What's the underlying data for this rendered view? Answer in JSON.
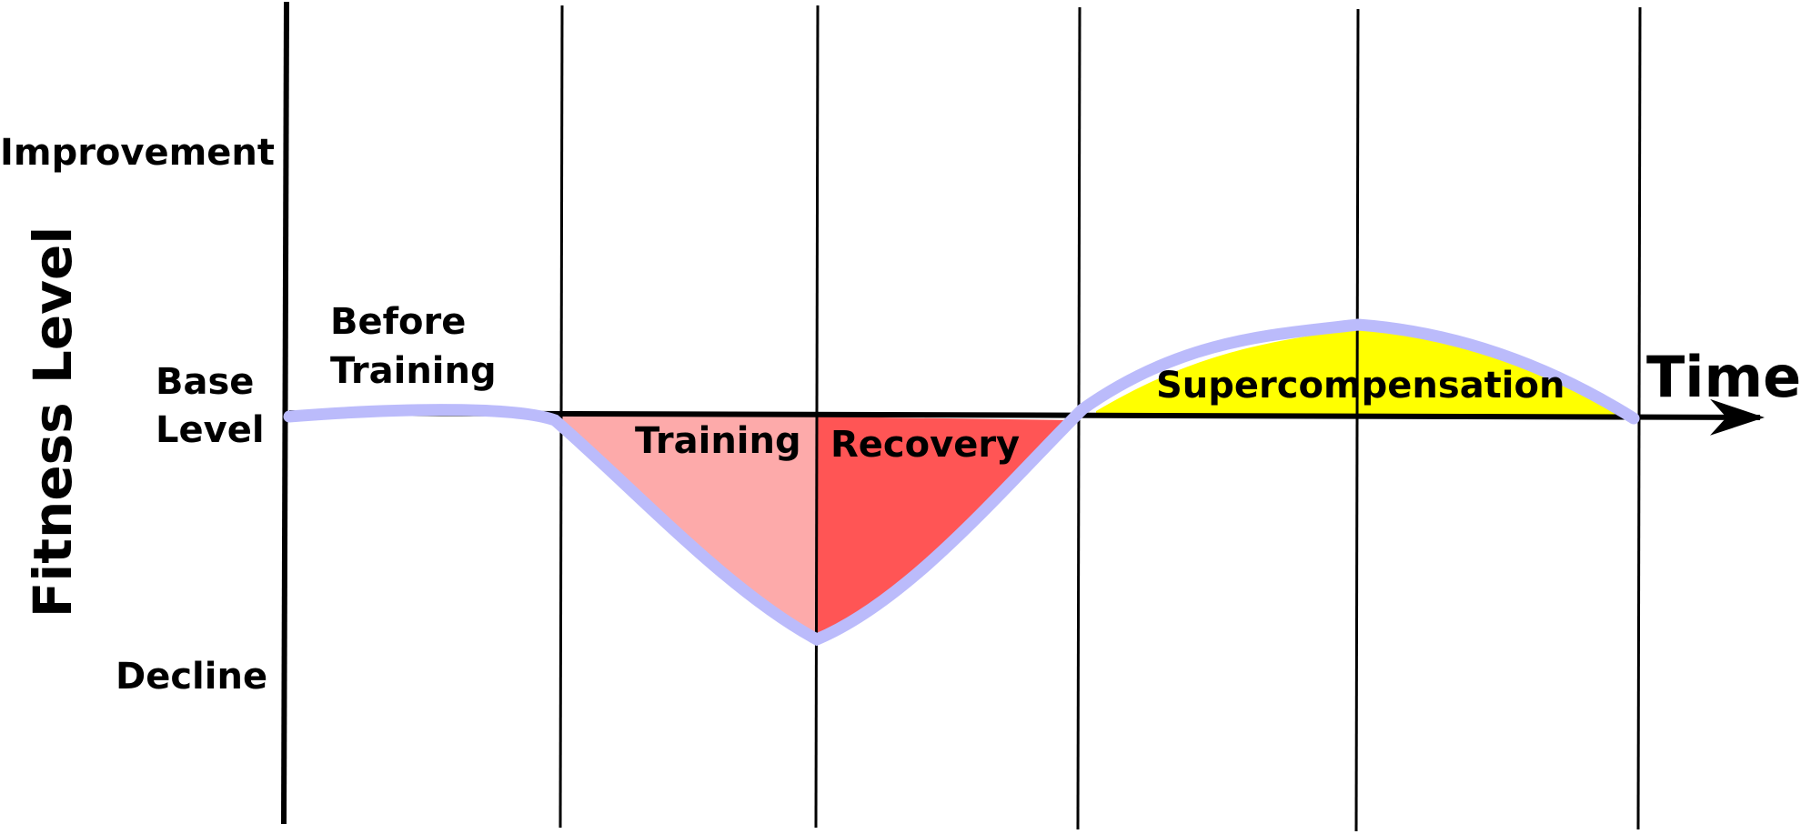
{
  "axes": {
    "y_title": "Fitness Level",
    "x_title": "Time"
  },
  "levels": {
    "improvement": "Improvement",
    "base_line1": "Base",
    "base_line2": "Level",
    "decline": "Decline"
  },
  "phases": {
    "before_line1": "Before",
    "before_line2": "Training",
    "training": "Training",
    "recovery": "Recovery",
    "supercompensation": "Supercompensation"
  },
  "colors": {
    "curve": "#bbbbfb",
    "training_fill": "#fdaaaa",
    "recovery_fill": "#ff5555",
    "supercompensation_fill": "#ffff00",
    "axis": "#000000"
  }
}
